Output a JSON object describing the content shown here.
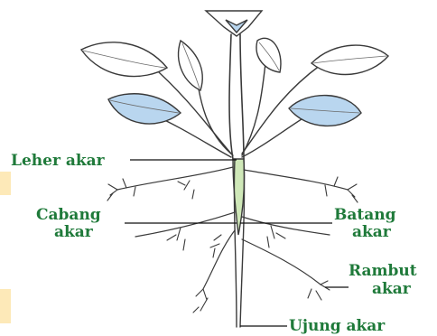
{
  "labels": {
    "leher_akar": "Leher akar",
    "cabang_akar_1": "Cabang",
    "cabang_akar_2": "akar",
    "batang_akar_1": "Batang",
    "batang_akar_2": "akar",
    "rambut_akar_1": "Rambut",
    "rambut_akar_2": "akar",
    "ujung_akar": "Ujung akar"
  },
  "colors": {
    "label_text": "#1f7a3a",
    "leaf_highlight": "#b9d6ef",
    "stem_highlight": "#cfe8b8",
    "side_tab": "#fde9b8"
  }
}
